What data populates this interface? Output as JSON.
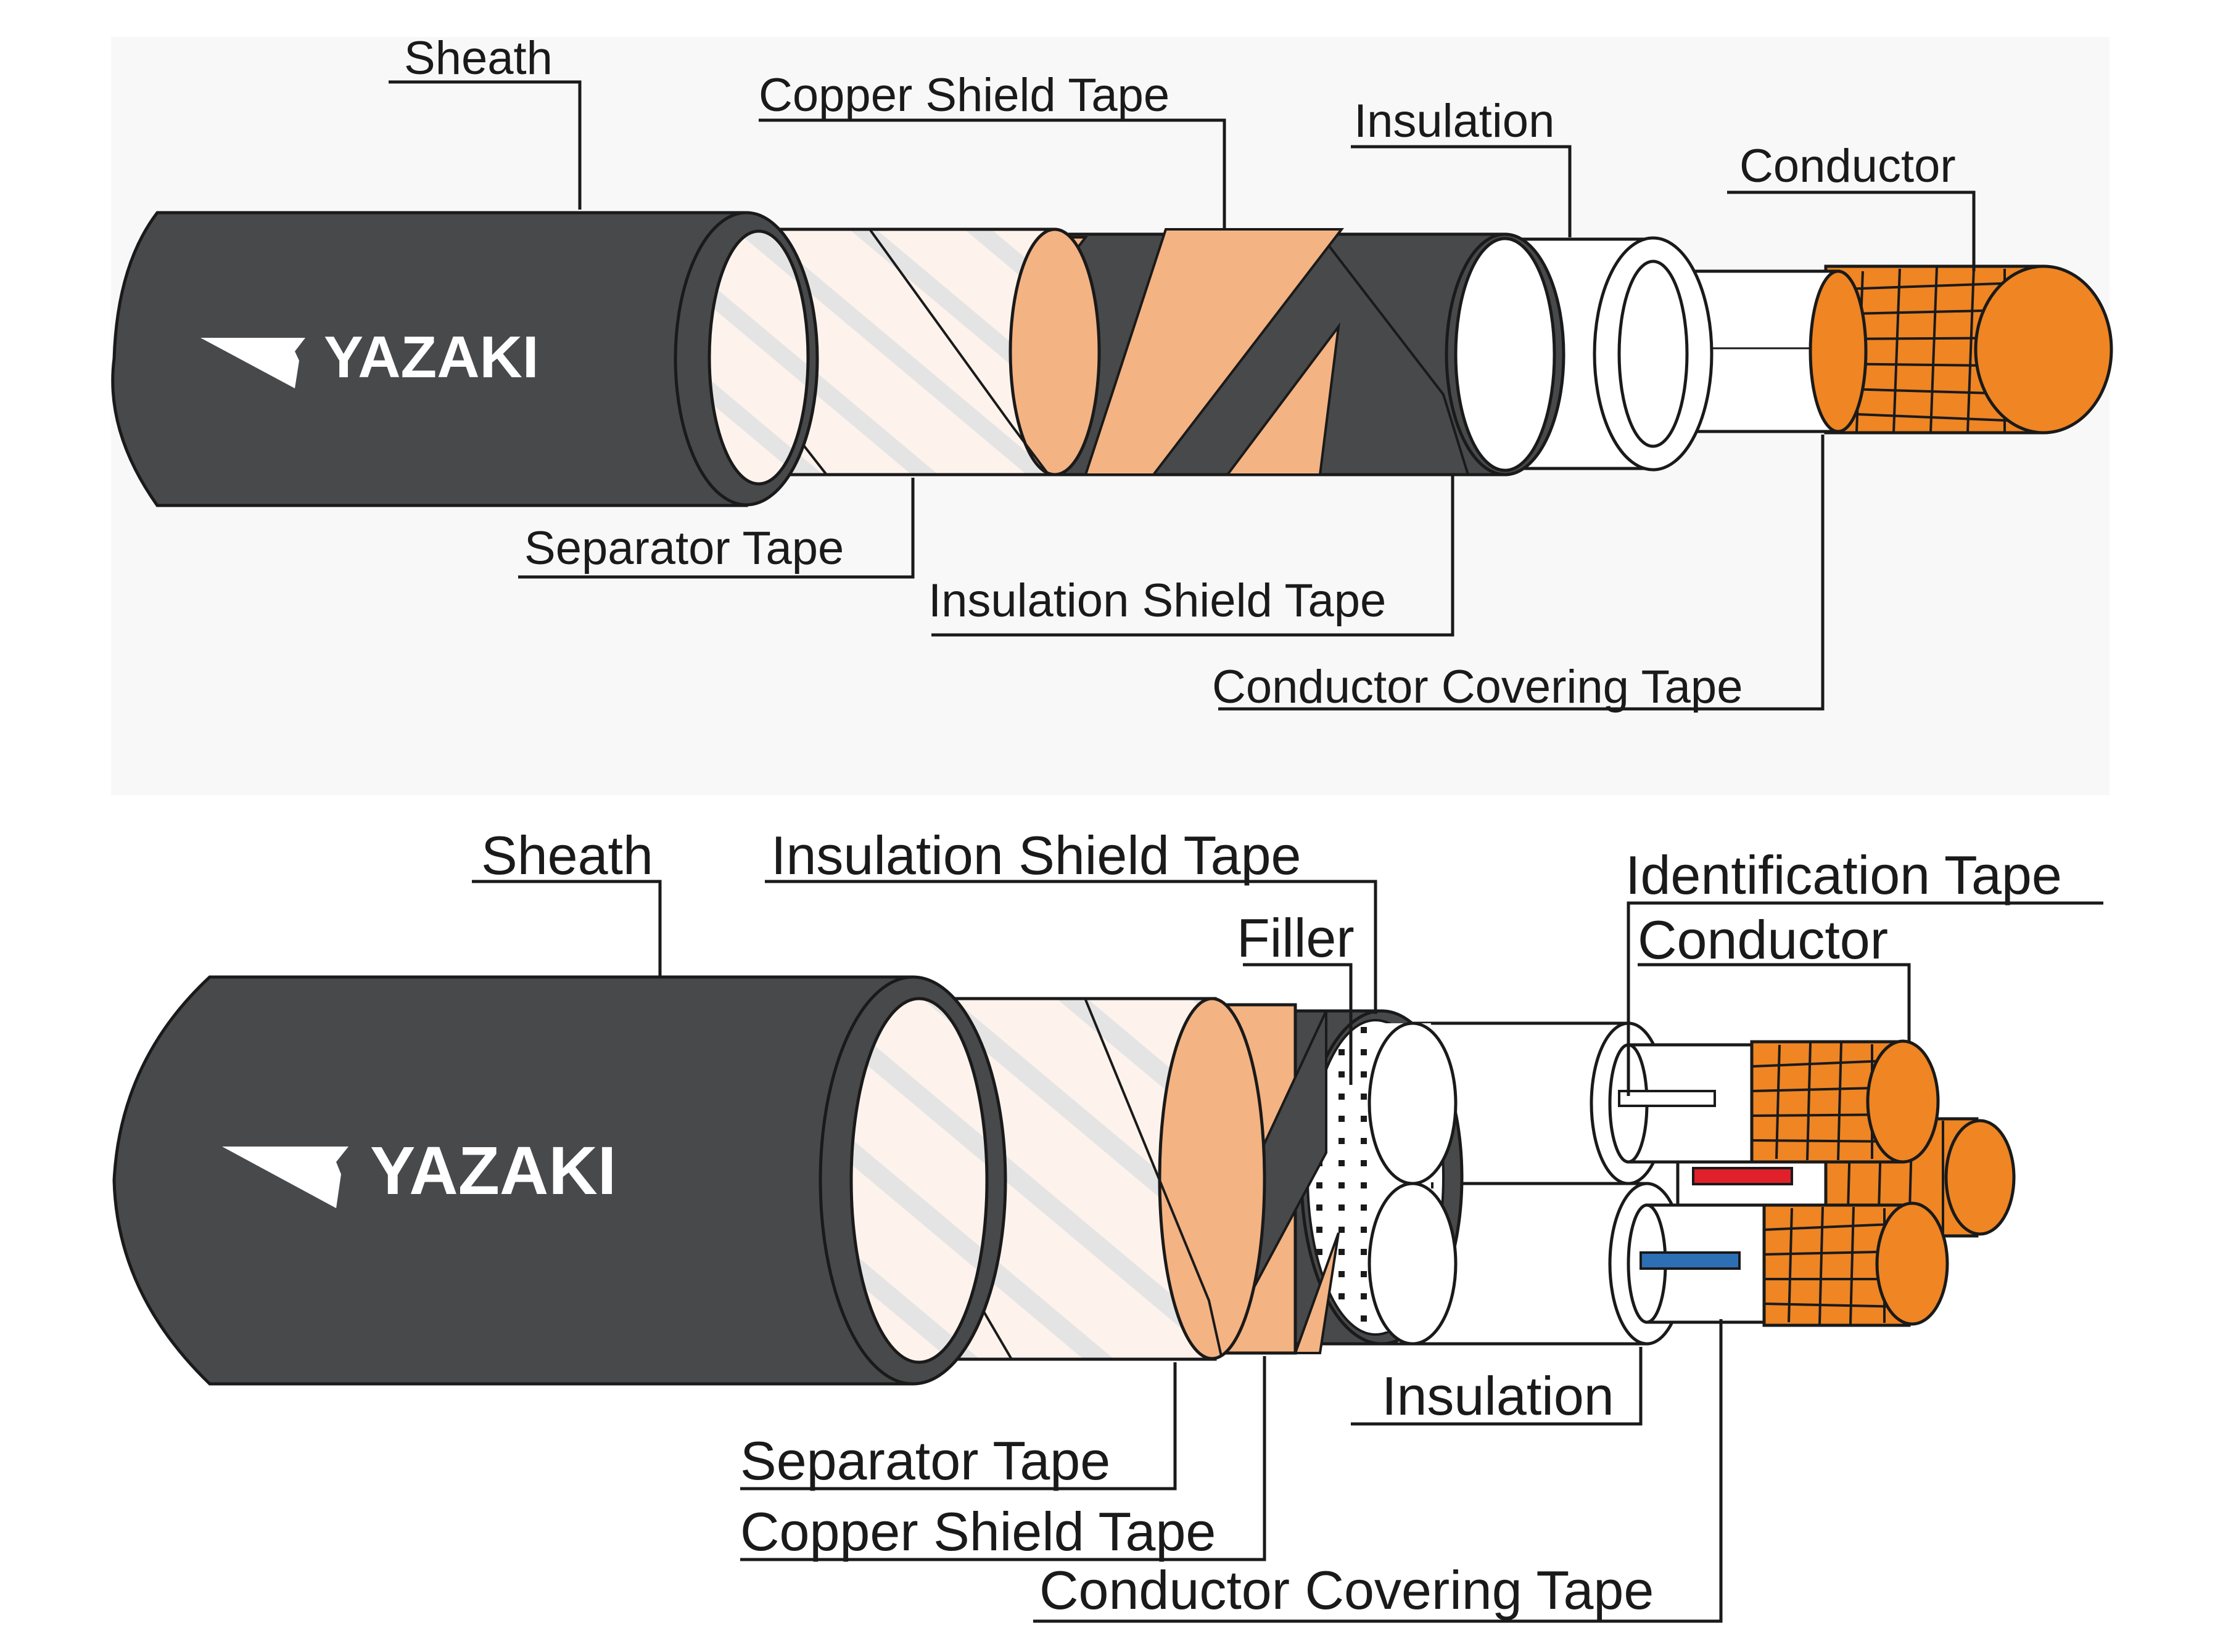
{
  "colors": {
    "sheath": "#48494b",
    "copper_tape": "#f4b383",
    "conductor": "#ef8523",
    "separator_tape": "#fdf3ec",
    "insulation": "#ffffff",
    "outline": "#1a1a1a",
    "panel_bg": "#f8f8f8",
    "identification_red": "#e0202a",
    "identification_blue": "#2d6fb5"
  },
  "top_diagram": {
    "logo": "YAZAKI",
    "labels": {
      "sheath": "Sheath",
      "copper_shield_tape": "Copper Shield Tape",
      "insulation": "Insulation",
      "conductor": "Conductor",
      "separator_tape": "Separator Tape",
      "insulation_shield_tape": "Insulation Shield Tape",
      "conductor_covering_tape": "Conductor Covering Tape"
    }
  },
  "bottom_diagram": {
    "logo": "YAZAKI",
    "labels": {
      "sheath": "Sheath",
      "insulation_shield_tape": "Insulation Shield Tape",
      "filler": "Filler",
      "identification_tape": "Identification Tape",
      "conductor": "Conductor",
      "insulation": "Insulation",
      "separator_tape": "Separator Tape",
      "copper_shield_tape": "Copper Shield Tape",
      "conductor_covering_tape": "Conductor Covering Tape"
    }
  }
}
